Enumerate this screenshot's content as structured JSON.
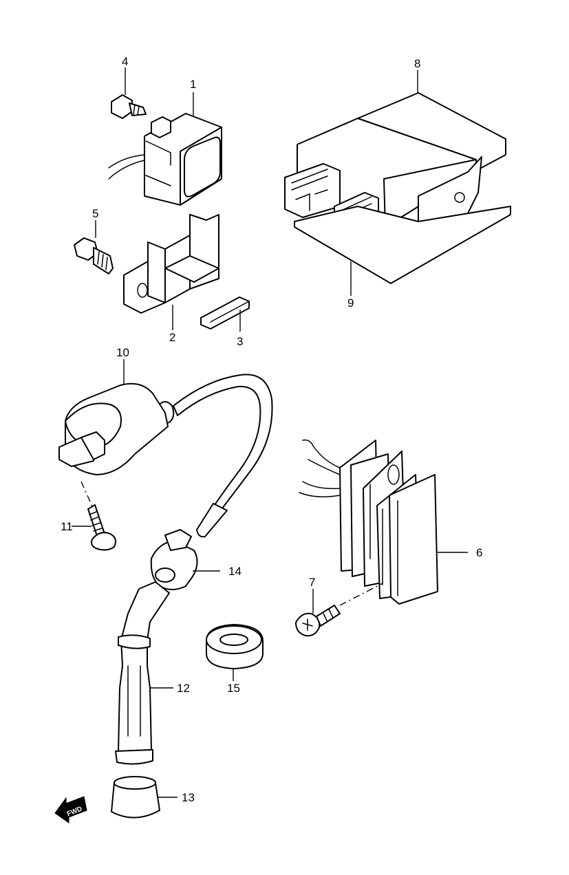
{
  "diagram": {
    "callouts": [
      {
        "id": "1",
        "label": "1"
      },
      {
        "id": "2",
        "label": "2"
      },
      {
        "id": "3",
        "label": "3"
      },
      {
        "id": "4",
        "label": "4"
      },
      {
        "id": "5",
        "label": "5"
      },
      {
        "id": "6",
        "label": "6"
      },
      {
        "id": "7",
        "label": "7"
      },
      {
        "id": "8",
        "label": "8"
      },
      {
        "id": "9",
        "label": "9"
      },
      {
        "id": "10",
        "label": "10"
      },
      {
        "id": "11",
        "label": "11"
      },
      {
        "id": "12",
        "label": "12"
      },
      {
        "id": "13",
        "label": "13"
      },
      {
        "id": "14",
        "label": "14"
      },
      {
        "id": "15",
        "label": "15"
      }
    ],
    "direction_badge": {
      "label": "FWD",
      "icon": "fwd-arrow-icon"
    }
  }
}
